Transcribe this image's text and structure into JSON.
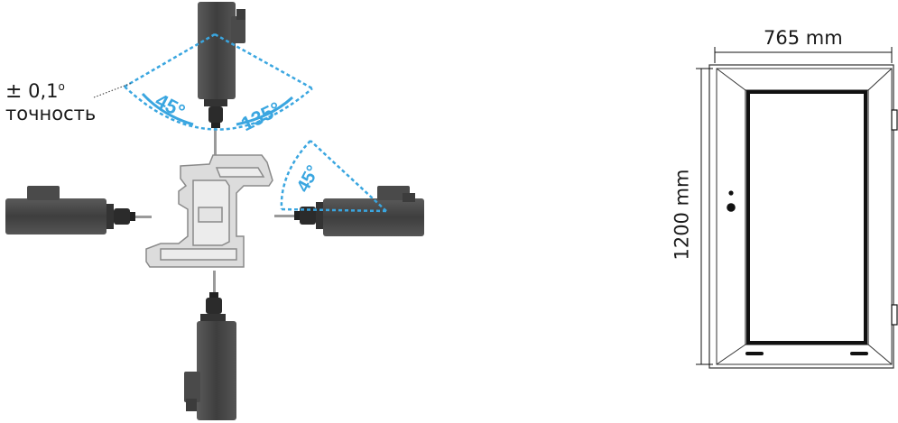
{
  "accuracy": {
    "symbol": "±",
    "value": "0,1",
    "unit_sup": "о",
    "word": "точность"
  },
  "angles": {
    "top_left": "45°",
    "top_right": "135°",
    "right": "45°"
  },
  "dimensions": {
    "width": "765 mm",
    "height": "1200 mm"
  },
  "colors": {
    "accent": "#3aa6e0",
    "motor": "#4a4a4a",
    "profile": "#d9d9d9",
    "line": "#1a1a1a"
  }
}
